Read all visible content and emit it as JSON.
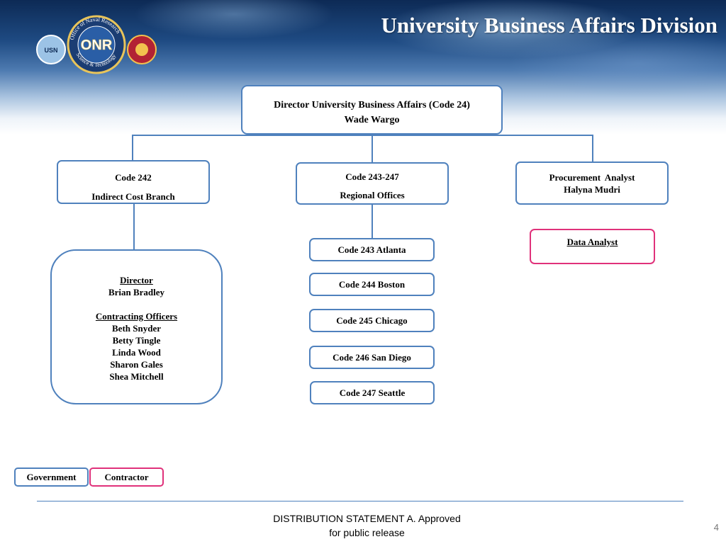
{
  "header": {
    "title": "University Business Affairs Division",
    "logo": {
      "ring_text": "Office of Naval Research",
      "ring_text_bottom": "Science & Technology",
      "monogram": "ONR",
      "left_badge": "USN"
    }
  },
  "org_chart": {
    "director": {
      "line1": "Director University Business Affairs (Code 24)",
      "line2": "Wade Wargo"
    },
    "code242": {
      "line1": "Code 242",
      "line2": "Indirect Cost Branch"
    },
    "code243_247": {
      "line1": "Code 243-247",
      "line2": "Regional Offices"
    },
    "procurement": {
      "line1": "Procurement  Analyst",
      "line2": "Halyna Mudri"
    },
    "data_analyst": {
      "label": "Data Analyst"
    },
    "branch_staff": {
      "director_title": "Director",
      "director_name": "Brian Bradley",
      "officers_title": "Contracting Officers",
      "officers": [
        "Beth Snyder",
        "Betty Tingle",
        "Linda Wood",
        "Sharon Gales",
        "Shea Mitchell"
      ]
    },
    "regional_offices": [
      "Code 243 Atlanta",
      "Code 244 Boston",
      "Code 245 Chicago",
      "Code 246 San Diego",
      "Code 247 Seattle"
    ]
  },
  "legend": {
    "government": "Government",
    "contractor": "Contractor"
  },
  "colors": {
    "government_border": "#4f81bd",
    "contractor_border": "#e0317a"
  },
  "footer": {
    "line1": "DISTRIBUTION STATEMENT A. Approved",
    "line2": "for public release",
    "page_number": "4"
  }
}
